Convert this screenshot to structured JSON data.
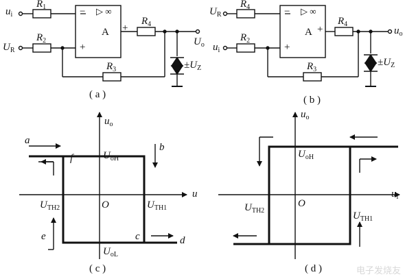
{
  "circuit_a": {
    "in_top": "u",
    "in_top_sub": "i",
    "in_bottom": "U",
    "in_bottom_sub": "R",
    "r1": "R",
    "r1_sub": "1",
    "r2": "R",
    "r2_sub": "2",
    "r3": "R",
    "r3_sub": "3",
    "r4": "R",
    "r4_sub": "4",
    "amp": "A",
    "amp_sym": "▷ ∞",
    "minus": "−",
    "plus": "+",
    "out_plus": "+",
    "out": "U",
    "out_sub": "o",
    "zener": "±U",
    "zener_sub": "Z",
    "caption": "( a )"
  },
  "circuit_b": {
    "in_top": "U",
    "in_top_sub": "R",
    "in_bottom": "u",
    "in_bottom_sub": "i",
    "r_top": "R",
    "r_top_sub": "4",
    "r2": "R",
    "r2_sub": "2",
    "r3": "R",
    "r3_sub": "3",
    "r4": "R",
    "r4_sub": "4",
    "amp": "A",
    "amp_sym": "▷ ∞",
    "minus": "−",
    "plus": "+",
    "out_plus": "+",
    "out": "u",
    "out_sub": "o",
    "zener": "±U",
    "zener_sub": "Z",
    "caption": "( b )"
  },
  "graph_c": {
    "y_axis": "u",
    "y_sub": "o",
    "x_axis": "u",
    "origin": "O",
    "uoh": "U",
    "uoh_sub": "oH",
    "uol": "U",
    "uol_sub": "oL",
    "uth1": "U",
    "uth1_sub": "TH1",
    "uth2": "U",
    "uth2_sub": "TH2",
    "pt_a": "a",
    "pt_b": "b",
    "pt_c": "c",
    "pt_d": "d",
    "pt_e": "e",
    "pt_f": "f",
    "caption": "( c )"
  },
  "graph_d": {
    "y_axis": "u",
    "y_sub": "o",
    "x_axis": "u",
    "x_sub": "i",
    "origin": "O",
    "uoh": "U",
    "uoh_sub": "oH",
    "uth1": "U",
    "uth1_sub": "TH1",
    "uth2": "U",
    "uth2_sub": "TH2",
    "caption": "( d )"
  },
  "watermark": "电子发烧友"
}
